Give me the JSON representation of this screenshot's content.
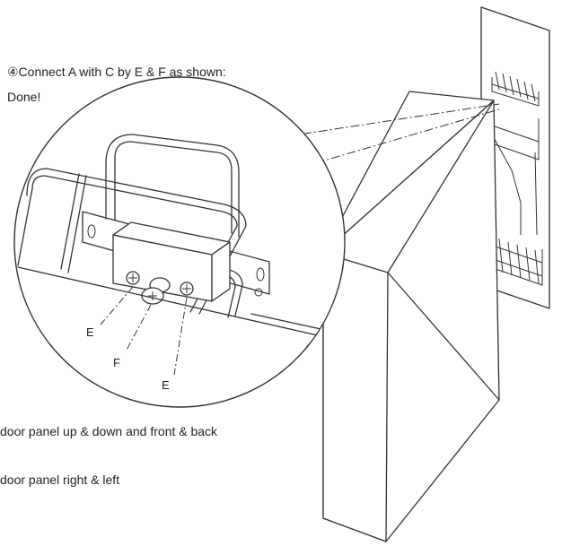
{
  "instructions": {
    "step4": "④Connect  A with  C  by  E  &  F as shown:",
    "done": "Done!",
    "adjust_vertical": "door panel up & down and front & back",
    "adjust_horizontal": "door panel right & left"
  },
  "callouts": {
    "e_left": "E",
    "f_center": "F",
    "e_right": "E"
  },
  "icons": {
    "screw": "phillips-screw-icon",
    "wire_basket": "wire-basket-icon",
    "door_panel": "door-panel-icon"
  }
}
